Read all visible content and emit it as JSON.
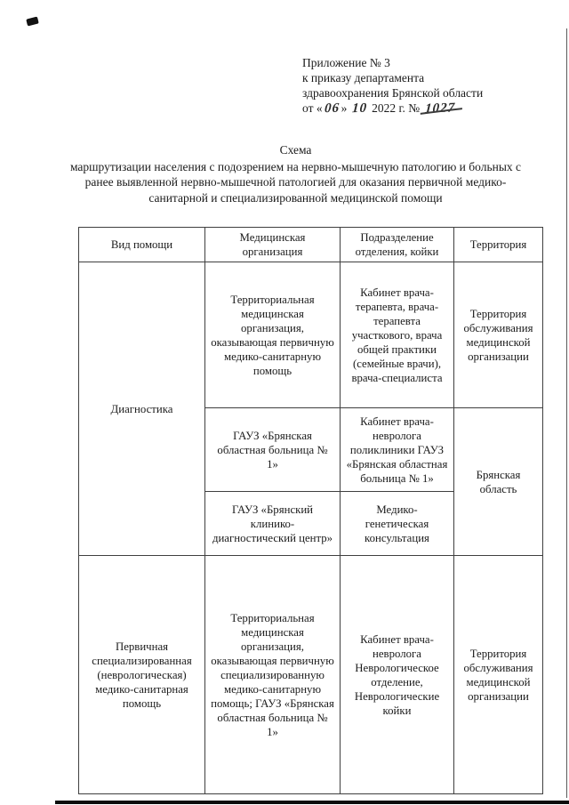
{
  "appendix": {
    "line1": "Приложение № 3",
    "line2": "к приказу департамента",
    "line3": "здравоохранения Брянской области",
    "date": {
      "prefix": "от «",
      "day": "06",
      "quote": "»",
      "month": "10",
      "year": "2022 г. №",
      "number": "1027"
    }
  },
  "title": {
    "line1": "Схема",
    "line2": "маршрутизации населения с подозрением на нервно-мышечную патологию и больных с ранее выявленной нервно-мышечной патологией для оказания первичной медико-санитарной и специализированной медицинской помощи"
  },
  "table": {
    "headers": [
      "Вид помощи",
      "Медицинская организация",
      "Подразделение отделения, койки",
      "Территория"
    ],
    "rows": [
      {
        "cells": [
          "Диагностика",
          "Территориальная медицинская организация, оказывающая первичную медико-санитарную помощь",
          "Кабинет врача-терапевта, врача-терапевта участкового, врача общей практики (семейные врачи), врача-специалиста",
          "Территория обслуживания медицинской организации"
        ]
      },
      {
        "cells": [
          "ГАУЗ «Брянская областная больница № 1»",
          "Кабинет врача-невролога поликлиники ГАУЗ «Брянская областная больница № 1»",
          "Брянская область"
        ]
      },
      {
        "cells": [
          "ГАУЗ «Брянский клинико-диагностический центр»",
          "Медико-генетическая консультация"
        ]
      },
      {
        "cells": [
          "Первичная специализированная (неврологическая) медико-санитарная помощь",
          "Территориальная медицинская организация, оказывающая первичную специализированную медико-санитарную помощь; ГАУЗ «Брянская областная больница № 1»",
          "Кабинет врача-невролога Неврологическое отделение, Неврологические койки",
          "Территория обслуживания медицинской организации"
        ]
      }
    ]
  }
}
